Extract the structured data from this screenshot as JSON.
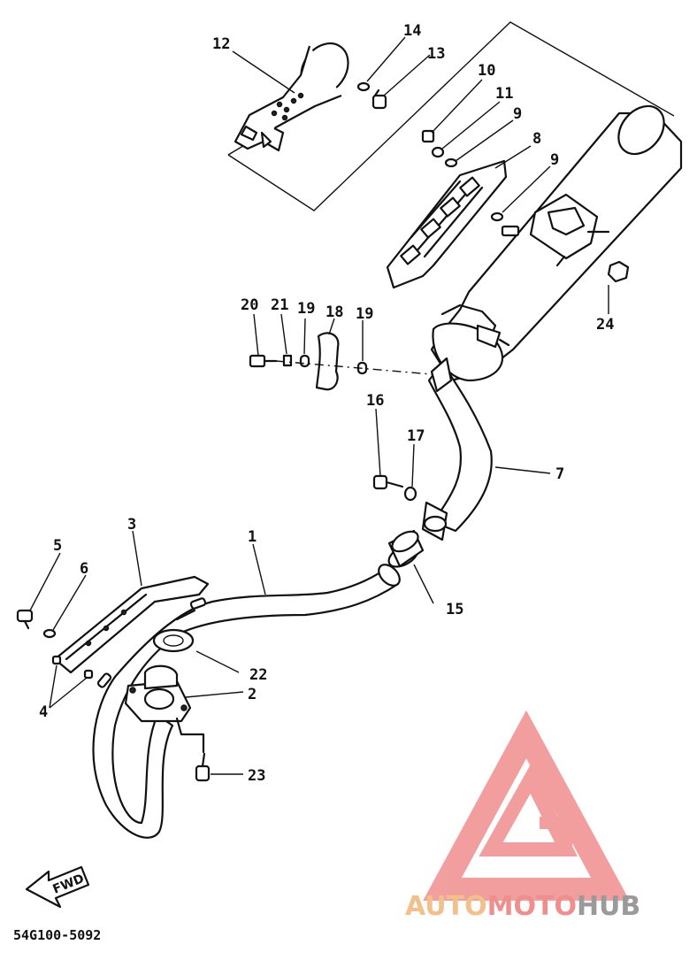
{
  "callouts": {
    "c1": "1",
    "c2": "2",
    "c3": "3",
    "c4": "4",
    "c5": "5",
    "c6": "6",
    "c7": "7",
    "c8": "8",
    "c9a": "9",
    "c9b": "9",
    "c10": "10",
    "c11": "11",
    "c12": "12",
    "c13": "13",
    "c14": "14",
    "c15": "15",
    "c16": "16",
    "c17": "17",
    "c18": "18",
    "c19a": "19",
    "c19b": "19",
    "c20": "20",
    "c21": "21",
    "c22": "22",
    "c23": "23",
    "c24": "24"
  },
  "fwd_label": "FWD",
  "diagram_code": "54G100-5092",
  "watermark": {
    "part1": "AUTO",
    "part2": "MOTO",
    "part3": "HUB"
  },
  "colors": {
    "line": "#111111",
    "logo_red": "#f08e8e",
    "logo_orange": "#f2c08a",
    "logo_gray": "#9a9a9a"
  }
}
